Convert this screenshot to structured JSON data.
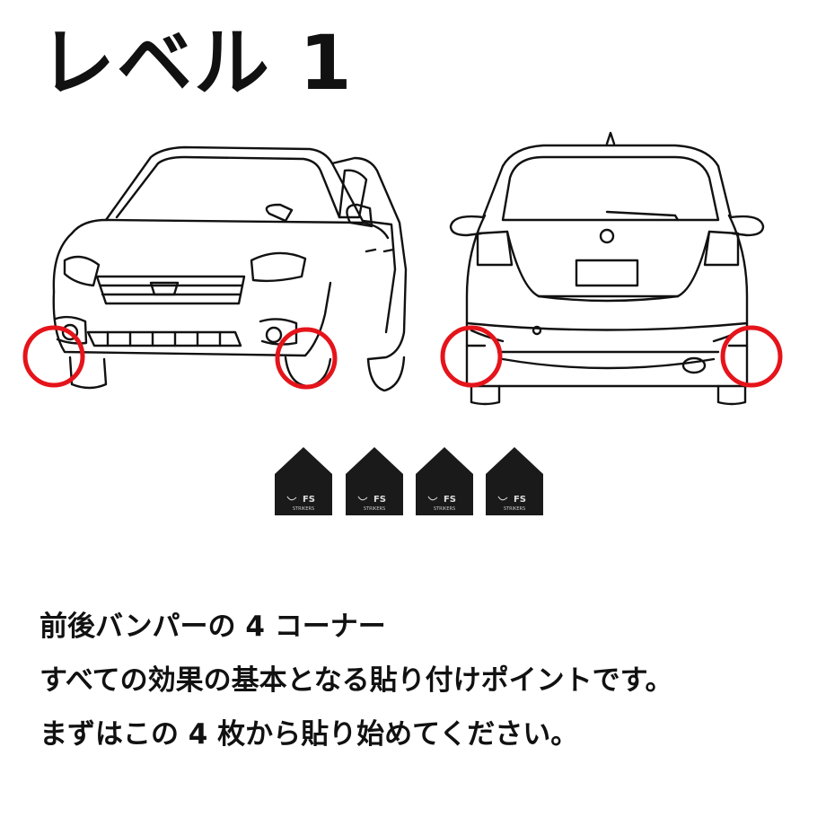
{
  "title": "レベル 1",
  "sticker": {
    "count": 4,
    "logo_text": "FS",
    "brand_text": "STRIKERS"
  },
  "colors": {
    "marker": "#e5141b",
    "sticker": "#1a1a1a",
    "line": "#111111"
  },
  "description": {
    "lines": [
      "前後バンパーの 4 コーナー",
      "すべての効果の基本となる貼り付けポイントです。",
      "まずはこの 4 枚から貼り始めてください。"
    ]
  }
}
